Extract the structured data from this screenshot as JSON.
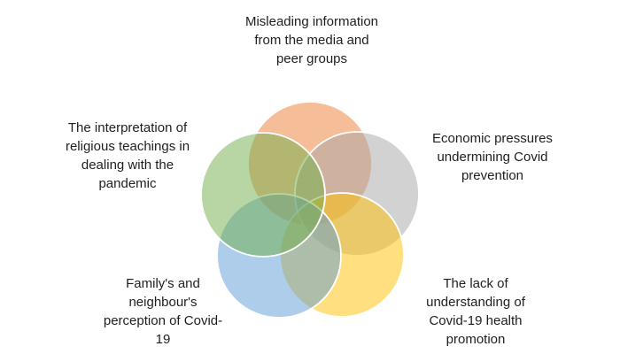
{
  "diagram": {
    "background_color": "#ffffff",
    "text_color": "#1e1e1e",
    "circle_stroke_color": "#ffffff",
    "circle_fill_opacity": 0.5,
    "nodes": [
      {
        "id": "misleading-media",
        "position": "top",
        "color": "#ED7D31",
        "label_lines": [
          "Misleading information",
          "from the media and",
          "peer groups"
        ]
      },
      {
        "id": "economic-pressures",
        "position": "upper-right",
        "color": "#A5A5A5",
        "label_lines": [
          "Economic pressures",
          "undermining Covid",
          "prevention"
        ]
      },
      {
        "id": "lack-of-understanding",
        "position": "lower-right",
        "color": "#FFC000",
        "label_lines": [
          "The lack of",
          "understanding of",
          "Covid-19 health",
          "promotion"
        ]
      },
      {
        "id": "family-perception",
        "position": "lower-left",
        "color": "#5B9BD5",
        "label_lines": [
          "Family's and",
          "neighbour's",
          "perception of Covid-",
          "19"
        ]
      },
      {
        "id": "religious-teachings",
        "position": "upper-left",
        "color": "#70AD47",
        "label_lines": [
          "The interpretation of",
          "religious teachings in",
          "dealing with the",
          "pandemic"
        ]
      }
    ]
  }
}
